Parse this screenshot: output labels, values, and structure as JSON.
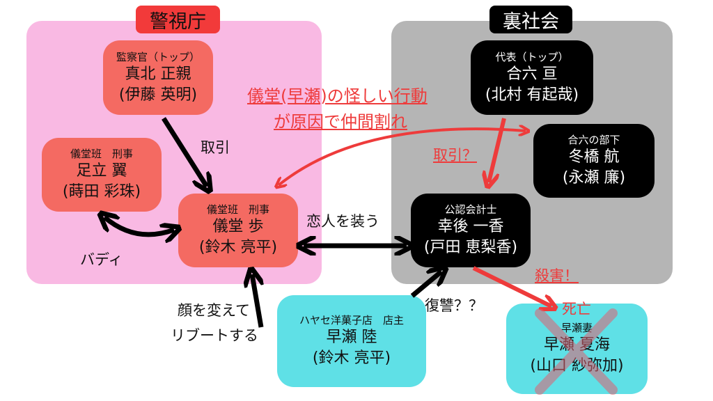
{
  "groups": {
    "police": "警視庁",
    "underworld": "裏社会"
  },
  "nodes": {
    "inspector": {
      "role": "監察官（トップ）",
      "name": "真北 正親",
      "actor": "(伊藤 英明)"
    },
    "adachi": {
      "role": "儀堂班　刑事",
      "name": "足立 翼",
      "actor": "(蒔田 彩珠)"
    },
    "gido": {
      "role": "儀堂班　刑事",
      "name": "儀堂 歩",
      "actor": "(鈴木 亮平)"
    },
    "boss": {
      "role": "代表（トップ）",
      "name": "合六 亘",
      "actor": "(北村 有起哉)"
    },
    "fuyuhashi": {
      "role": "合六の部下",
      "name": "冬橋 航",
      "actor": "(永瀬 廉)"
    },
    "kogo": {
      "role": "公認会計士",
      "name": "幸後 一香",
      "actor": "(戸田 恵梨香)"
    },
    "hayase": {
      "role": "ハヤセ洋菓子店　店主",
      "name": "早瀬 陸",
      "actor": "(鈴木 亮平)"
    },
    "wife": {
      "role": "早瀬妻",
      "name": "早瀬 夏海",
      "actor": "(山口 紗弥加)"
    }
  },
  "labels": {
    "deal": "取引",
    "buddy": "バディ",
    "lovers": "恋人を装う",
    "reboot1": "顔を変えて",
    "reboot2": "リブートする",
    "revenge": "復讐？？",
    "murder": "殺害！",
    "dead": "死亡",
    "deal_q": "取引？",
    "split1": "儀堂(早瀬)の怪しい行動",
    "split2": "が原因で仲間割れ"
  },
  "colors": {
    "police_bg": "#f9b9e3",
    "underworld_bg": "#b5b5b5",
    "accent_red": "#ee3b3b"
  }
}
